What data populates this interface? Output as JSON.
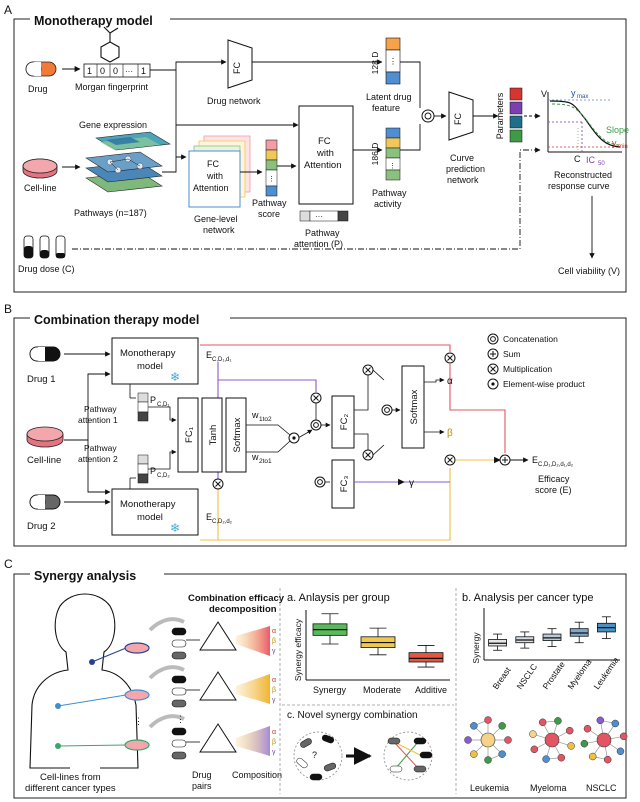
{
  "panelA": {
    "letter": "A",
    "title": "Monotherapy model",
    "drug": "Drug",
    "morgan": "Morgan fingerprint",
    "fp_bits": [
      "1",
      "0",
      "0",
      "···",
      "1"
    ],
    "fc": "FC",
    "drug_network": "Drug network",
    "dim128": "128 D",
    "latent1": "Latent drug",
    "latent2": "feature",
    "gene_expression": "Gene expression",
    "cell_line": "Cell-line",
    "pathways": "Pathways (n=187)",
    "fc_att1": "FC",
    "fc_att2": "with",
    "fc_att3": "Attention",
    "gene_level1": "Gene-level",
    "gene_level2": "network",
    "pathway_score1": "Pathway",
    "pathway_score2": "score",
    "pa_dots": "···",
    "pathway_attention1": "Pathway",
    "pathway_attention2": "attention (P)",
    "dim186": "186 D",
    "pathway_activity1": "Pathway",
    "pathway_activity2": "activity",
    "curve_pred1": "Curve",
    "curve_pred2": "prediction",
    "curve_pred3": "network",
    "parameters": "Parameters",
    "v_axis": "V",
    "ymax": "y",
    "ymax_sub": "max",
    "ymin": "y",
    "ymin_sub": "min",
    "slope": "Slope",
    "ic50": "IC",
    "ic50_sub": "50",
    "c_tick": "C",
    "reconstructed1": "Reconstructed",
    "reconstructed2": "response curve",
    "drug_dose": "Drug dose (C)",
    "cell_viability": "Cell viability (V)"
  },
  "panelB": {
    "letter": "B",
    "title": "Combination therapy model",
    "drug1": "Drug 1",
    "drug2": "Drug 2",
    "cell_line": "Cell-line",
    "mono1": "Monotherapy",
    "mono2": "model",
    "e1": "E",
    "e1_sub": "C,D₁,d₁",
    "e2": "E",
    "e2_sub": "C,D₂,d₂",
    "p1": "P",
    "p1_sub": "C,D₁",
    "p2": "P",
    "p2_sub": "C,D₂",
    "pa1a": "Pathway",
    "pa1b": "attention 1",
    "pa2a": "Pathway",
    "pa2b": "attention 2",
    "fc1": "FC₁",
    "tanh": "Tanh",
    "softmax": "Softmax",
    "w12": "w",
    "w12_sub": "1to2",
    "w21": "w",
    "w21_sub": "2to1",
    "fc2": "FC₂",
    "fc3": "FC₃",
    "softmax2": "Softmax",
    "alpha": "α",
    "beta": "β",
    "gamma": "γ",
    "eout": "E",
    "eout_sub": "C,D₁,D₂,d₁,d₂",
    "efficacy1": "Efficacy",
    "efficacy2": "score (E)",
    "legend": [
      "Concatenation",
      "Sum",
      "Multiplication",
      "Element-wise product"
    ]
  },
  "panelC": {
    "letter": "C",
    "title": "Synergy analysis",
    "decomp1": "Combination efficacy",
    "decomp2": "decomposition",
    "drug_pairs1": "Drug",
    "drug_pairs2": "pairs",
    "composition": "Composition",
    "cell_lines1": "Cell-lines from",
    "cell_lines2": "different cancer types",
    "a_title": "a.  Anlaysis per group",
    "a_ylabel": "Synergy efficacy",
    "b_title": "b.  Analysis per cancer type",
    "b_ylabel": "Synergy",
    "c_title": "c.  Novel synergy combination",
    "net_labels": [
      "Leukemia",
      "Myeloma",
      "NSCLC"
    ],
    "greek": [
      "α",
      "β",
      "γ"
    ]
  },
  "chart_data": [
    {
      "type": "box",
      "title": "Anlaysis per group",
      "ylabel": "Synergy efficacy",
      "categories": [
        "Synergy",
        "Moderate",
        "Additive"
      ],
      "colors": [
        "#5cb85c",
        "#f0c94b",
        "#e8553f"
      ],
      "boxes": [
        {
          "whisker_low": 0.5,
          "q1": 0.62,
          "median": 0.7,
          "q3": 0.78,
          "whisker_high": 0.92
        },
        {
          "whisker_low": 0.35,
          "q1": 0.45,
          "median": 0.52,
          "q3": 0.6,
          "whisker_high": 0.72
        },
        {
          "whisker_low": 0.18,
          "q1": 0.25,
          "median": 0.3,
          "q3": 0.38,
          "whisker_high": 0.48
        }
      ]
    },
    {
      "type": "box",
      "title": "Analysis per cancer type",
      "ylabel": "Synergy",
      "categories": [
        "Breast",
        "NSCLC",
        "Prostate",
        "Myeloma",
        "Leukemia"
      ],
      "colors": [
        "#e6e6e6",
        "#d6dde4",
        "#b9cad8",
        "#7ea9c9",
        "#4a90c2"
      ],
      "boxes": [
        {
          "whisker_low": 0.18,
          "q1": 0.26,
          "median": 0.31,
          "q3": 0.38,
          "whisker_high": 0.48
        },
        {
          "whisker_low": 0.22,
          "q1": 0.32,
          "median": 0.37,
          "q3": 0.43,
          "whisker_high": 0.52
        },
        {
          "whisker_low": 0.25,
          "q1": 0.36,
          "median": 0.41,
          "q3": 0.48,
          "whisker_high": 0.58
        },
        {
          "whisker_low": 0.32,
          "q1": 0.44,
          "median": 0.5,
          "q3": 0.58,
          "whisker_high": 0.7
        },
        {
          "whisker_low": 0.4,
          "q1": 0.52,
          "median": 0.6,
          "q3": 0.68,
          "whisker_high": 0.8
        }
      ]
    }
  ]
}
